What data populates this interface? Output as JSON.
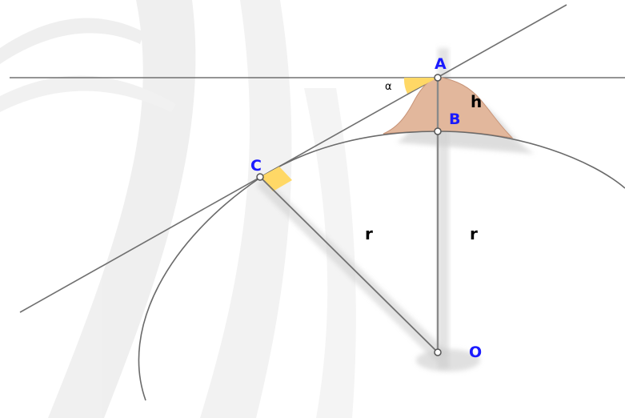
{
  "diagram": {
    "points": {
      "A": "A",
      "B": "B",
      "C": "C",
      "O": "O"
    },
    "segment_labels": {
      "height": "h",
      "radius_OC": "r",
      "radius_OB": "r"
    },
    "angle_label": "α"
  },
  "colors": {
    "point_label": "#1a1aff",
    "line": "#707070",
    "earth_arc": "#6a6a6a",
    "mountain_fill": "#e2b79c",
    "right_angle_fill": "#ffd866",
    "angle_fill": "#ffd866",
    "segment_label": "#000000",
    "watermark": "#ececec"
  }
}
